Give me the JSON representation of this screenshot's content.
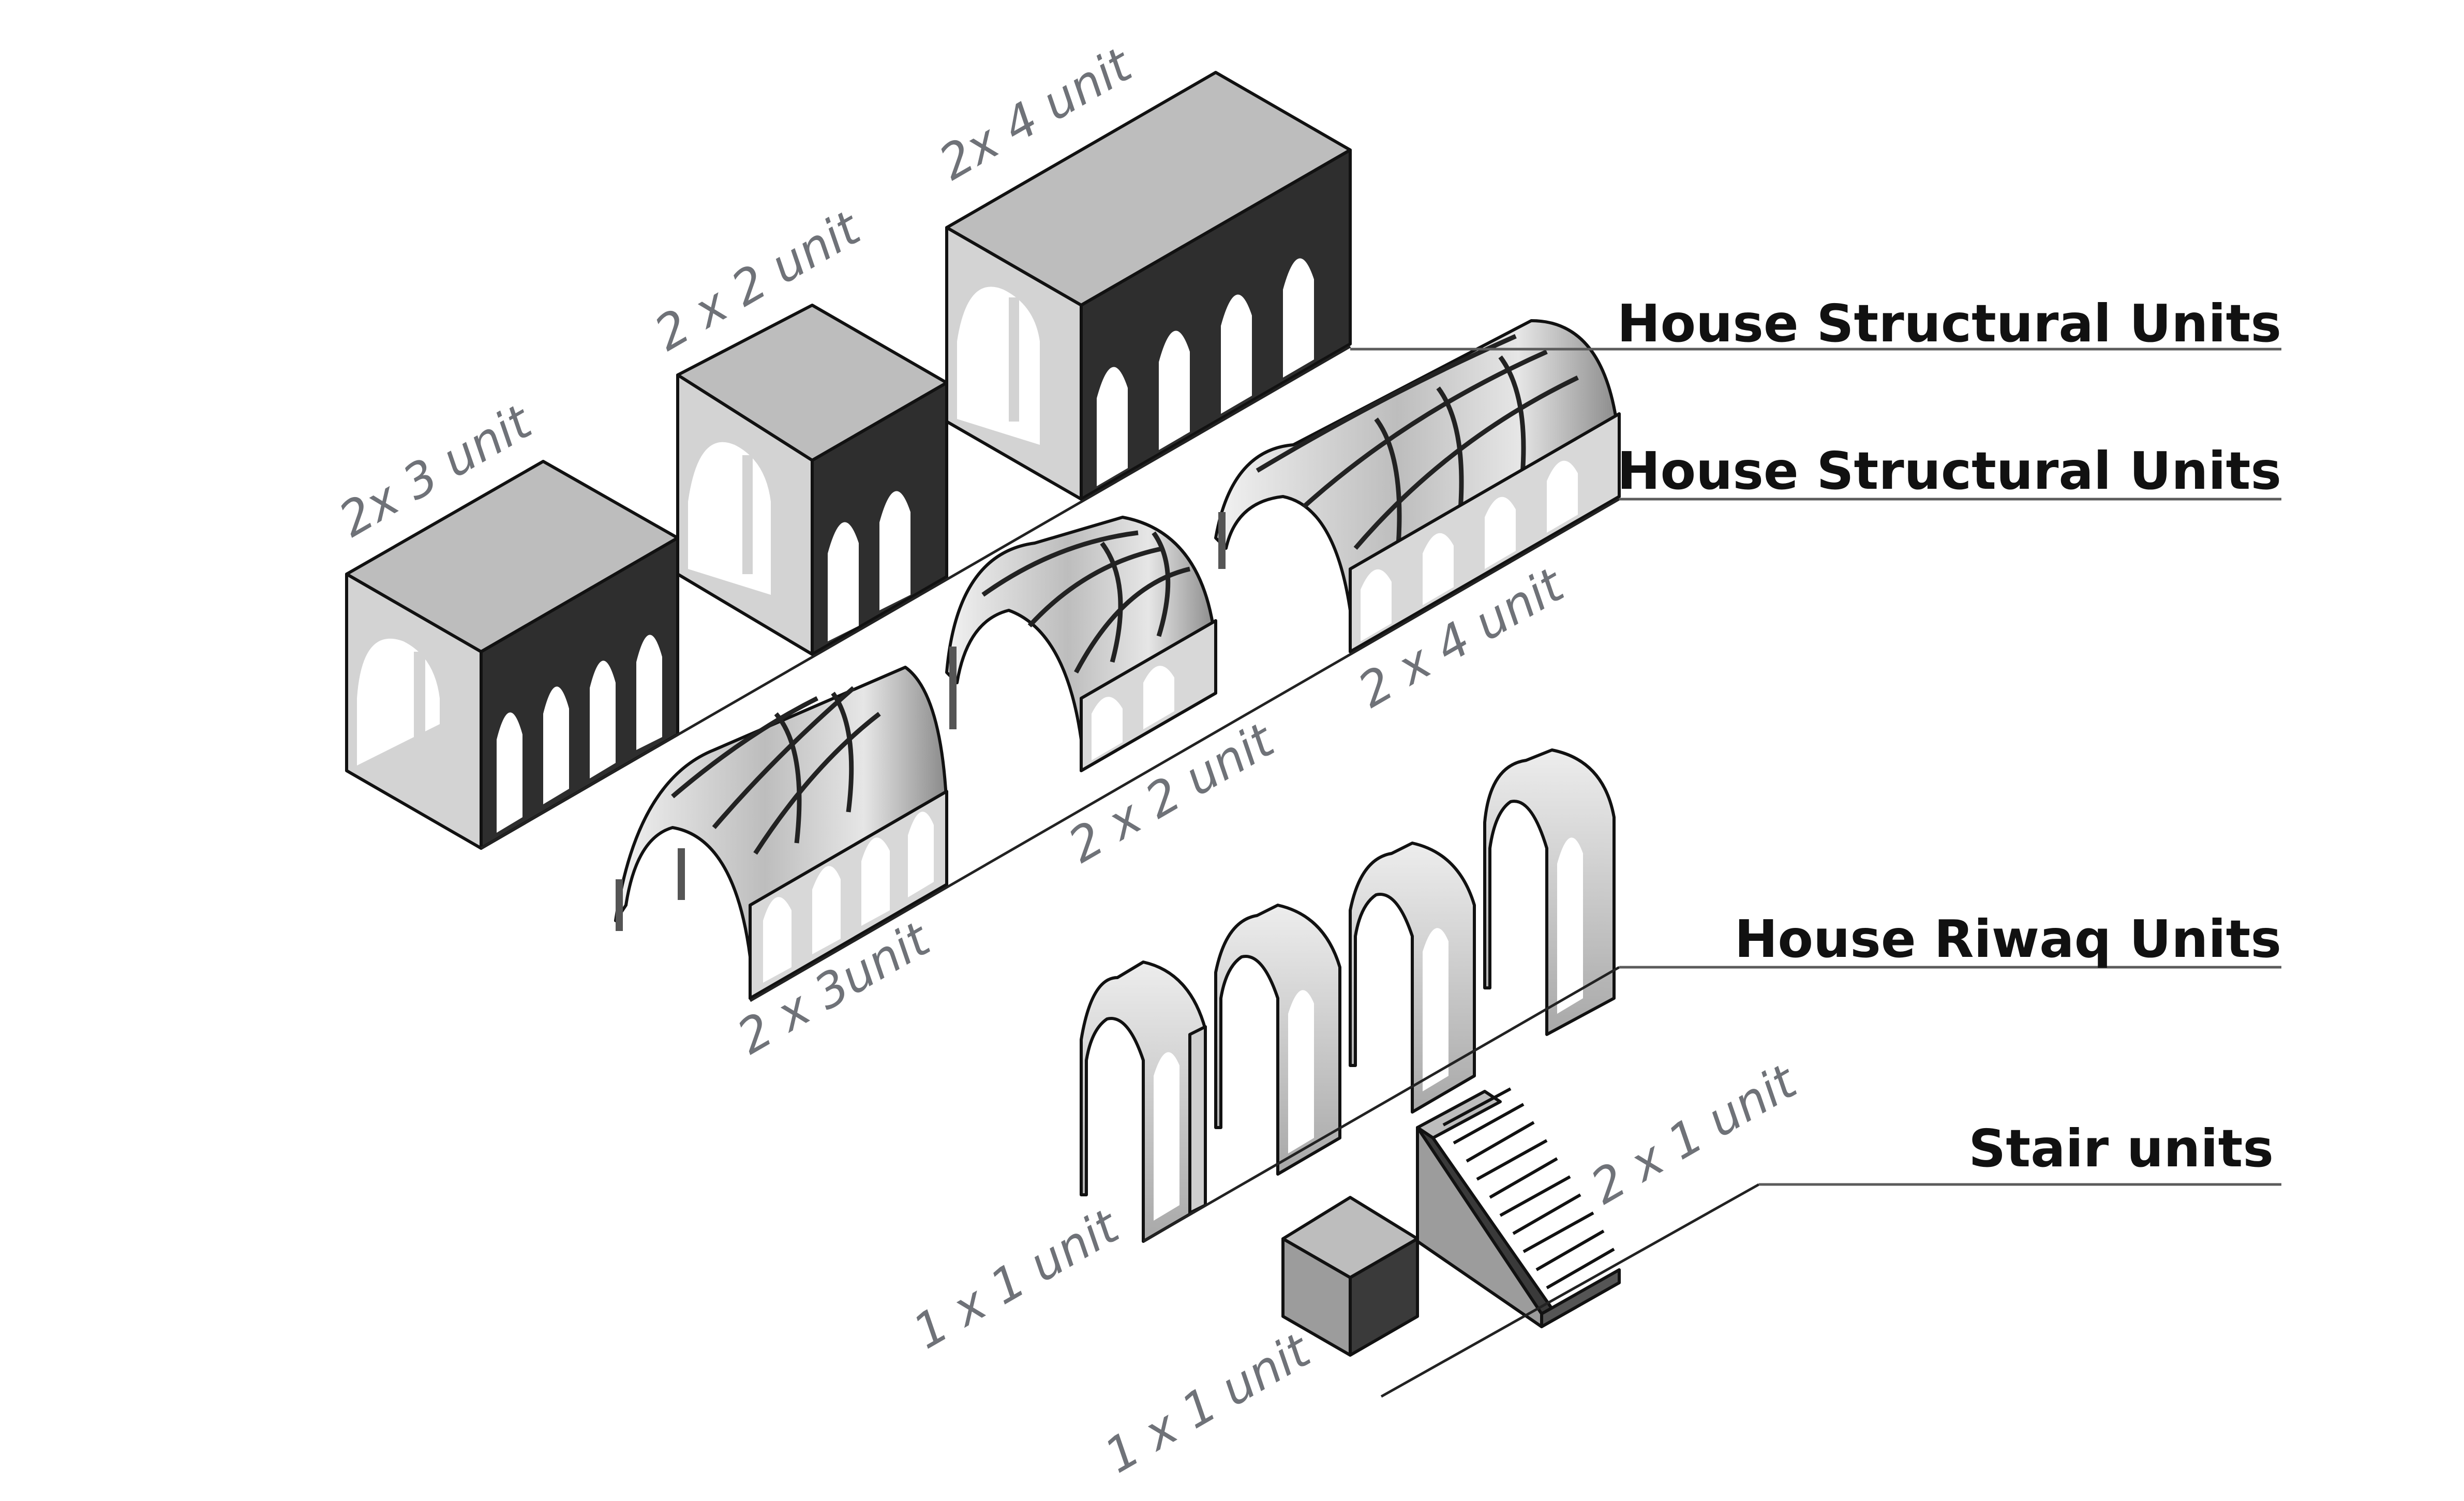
{
  "rows": [
    {
      "id": "row-1",
      "title": "House Structural Units"
    },
    {
      "id": "row-2",
      "title": "House Structural Units"
    },
    {
      "id": "row-3",
      "title": "House Riwaq Units"
    },
    {
      "id": "row-4",
      "title": "Stair units"
    }
  ],
  "labels": {
    "block_2x3": "2x 3 unit",
    "block_2x2": "2 x 2 unit",
    "block_2x4": "2x 4 unit",
    "vault_2x3": "2 x 3unit",
    "vault_2x2": "2 x 2 unit",
    "vault_2x4": "2 x 4 unit",
    "riwaq_1x1": "1 x 1 unit",
    "cube_1x1": "1 x 1 unit",
    "stair_2x1": "2 x 1 unit"
  },
  "colors": {
    "top_face": "#bdbdbd",
    "front_face": "#d2d2d2",
    "side_face": "#2e2e2e",
    "label": "#6f7278",
    "title": "#111111"
  }
}
